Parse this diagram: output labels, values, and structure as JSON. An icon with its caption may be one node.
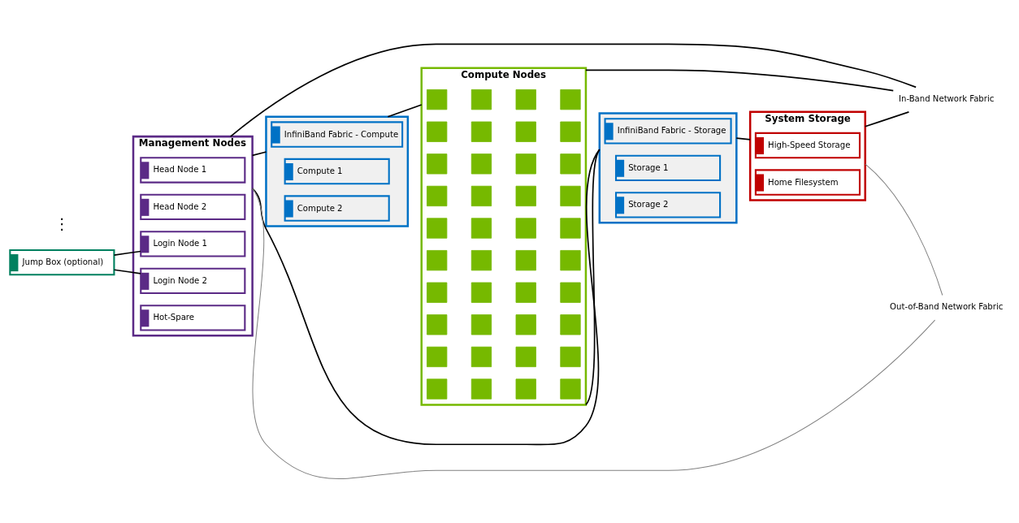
{
  "diagram": {
    "nodes": [
      {
        "text": [
          "Management Nodes"
        ]
      },
      {
        "text": [
          "Head Node 1"
        ],
        "in": 0
      },
      {
        "text": [
          "Head Node 2"
        ],
        "in": 0
      },
      {
        "text": [
          "Login Node 1"
        ],
        "in": 0
      },
      {
        "text": [
          "Login Node 2"
        ],
        "in": 0
      },
      {
        "text": [
          "Hot-Spare"
        ],
        "in": 0
      },
      {
        "text": [
          "Jump Box (optional)"
        ]
      },
      {
        "text": [],
        "shape": "box"
      },
      {
        "text": [
          "InfiniBand Fabric - Compute"
        ],
        "in": 7
      },
      {
        "text": [
          "Compute 1"
        ],
        "in": 7
      },
      {
        "text": [
          "Compute 2"
        ],
        "in": 7
      },
      {
        "text": [
          "Compute Nodes"
        ]
      },
      {
        "text": [],
        "shape": "box",
        "in": 11
      },
      {
        "text": [],
        "shape": "box",
        "in": 11
      },
      {
        "text": [],
        "shape": "box",
        "in": 11
      },
      {
        "text": [],
        "shape": "box",
        "in": 11
      },
      {
        "text": [],
        "shape": "box",
        "in": 11
      },
      {
        "text": [],
        "shape": "box",
        "in": 11
      },
      {
        "text": [],
        "shape": "box",
        "in": 11
      },
      {
        "text": [],
        "shape": "box",
        "in": 11
      },
      {
        "text": [],
        "shape": "box",
        "in": 11
      },
      {
        "text": [],
        "shape": "box",
        "in": 11
      },
      {
        "text": [],
        "shape": "box",
        "in": 11
      },
      {
        "text": [],
        "shape": "box",
        "in": 11
      },
      {
        "text": [],
        "shape": "box",
        "in": 11
      },
      {
        "text": [],
        "shape": "box",
        "in": 11
      },
      {
        "text": [],
        "shape": "box",
        "in": 11
      },
      {
        "text": [],
        "shape": "box",
        "in": 11
      },
      {
        "text": [],
        "shape": "box",
        "in": 11
      },
      {
        "text": [],
        "shape": "box",
        "in": 11
      },
      {
        "text": [],
        "shape": "box",
        "in": 11
      },
      {
        "text": [],
        "shape": "box",
        "in": 11
      },
      {
        "text": [],
        "shape": "box",
        "in": 11
      },
      {
        "text": [],
        "shape": "box",
        "in": 11
      },
      {
        "text": [],
        "shape": "box",
        "in": 11
      },
      {
        "text": [],
        "shape": "box",
        "in": 11
      },
      {
        "text": [],
        "shape": "box",
        "in": 11
      },
      {
        "text": [],
        "shape": "box",
        "in": 11
      },
      {
        "text": [],
        "shape": "box",
        "in": 11
      },
      {
        "text": [],
        "shape": "box",
        "in": 11
      },
      {
        "text": [],
        "shape": "box",
        "in": 11
      },
      {
        "text": [],
        "shape": "box",
        "in": 11
      },
      {
        "text": [],
        "shape": "box",
        "in": 11
      },
      {
        "text": [],
        "shape": "box",
        "in": 11
      },
      {
        "text": [],
        "shape": "box",
        "in": 11
      },
      {
        "text": [],
        "shape": "box",
        "in": 11
      },
      {
        "text": [],
        "shape": "box",
        "in": 11
      },
      {
        "text": [],
        "shape": "box",
        "in": 11
      },
      {
        "text": [],
        "shape": "box",
        "in": 11
      },
      {
        "text": [],
        "shape": "box",
        "in": 11
      },
      {
        "text": [],
        "shape": "box",
        "in": 11
      },
      {
        "text": [],
        "shape": "box",
        "in": 11
      },
      {
        "text": [],
        "shape": "box"
      },
      {
        "text": [
          "InfiniBand Fabric - Storage"
        ],
        "in": 52
      },
      {
        "text": [
          "Storage 1"
        ],
        "in": 52
      },
      {
        "text": [
          "Storage 2"
        ],
        "in": 52
      },
      {
        "text": [
          "System Storage"
        ]
      },
      {
        "text": [
          "High-Speed Storage"
        ],
        "in": 56
      },
      {
        "text": [
          "Home Filesystem"
        ],
        "in": 56
      },
      {
        "text": [
          "In-Band Network Fabric"
        ]
      },
      {
        "text": [
          "Out-of-Band Network Fabric"
        ]
      }
    ],
    "edges": [
      {
        "from": 6,
        "to": 3,
        "arrow": "none"
      },
      {
        "from": 6,
        "to": 4,
        "arrow": "none"
      },
      {
        "from": 0,
        "to": 7,
        "arrow": "none"
      },
      {
        "from": 7,
        "to": 11,
        "arrow": "none"
      },
      {
        "from": 11,
        "to": 52,
        "arrow": "none"
      },
      {
        "from": 52,
        "to": 56,
        "arrow": "none"
      },
      {
        "from": 0,
        "to": 52,
        "arrow": "none"
      },
      {
        "from": 0,
        "to": 59,
        "arrow": "none"
      },
      {
        "from": 11,
        "to": 59,
        "arrow": "none"
      },
      {
        "from": 56,
        "to": 59,
        "arrow": "none"
      },
      {
        "from": 0,
        "to": 60,
        "arrow": "none",
        "color": "#808080"
      },
      {
        "from": 56,
        "to": 60,
        "arrow": "none",
        "color": "#808080"
      }
    ],
    "labels": [
      "⋮"
    ]
  }
}
